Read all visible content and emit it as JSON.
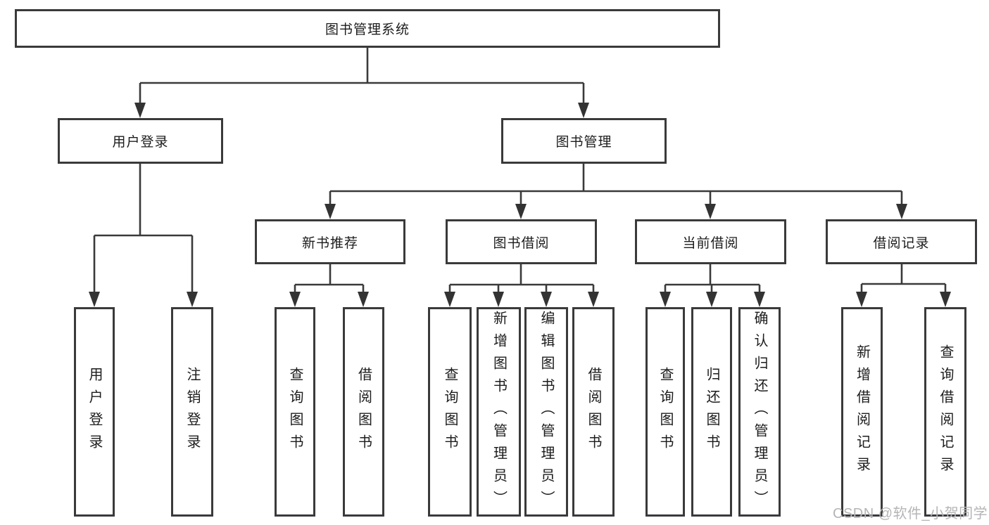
{
  "diagram": {
    "root": {
      "label": "图书管理系统"
    },
    "level2": [
      {
        "label": "用户登录"
      },
      {
        "label": "图书管理"
      }
    ],
    "level3": [
      {
        "label": "新书推荐"
      },
      {
        "label": "图书借阅"
      },
      {
        "label": "当前借阅"
      },
      {
        "label": "借阅记录"
      }
    ],
    "leaves": [
      {
        "label": "用户登录"
      },
      {
        "label": "注销登录"
      },
      {
        "label": "查询图书"
      },
      {
        "label": "借阅图书"
      },
      {
        "label": "查询图书"
      },
      {
        "label": "新增图书（管理员）"
      },
      {
        "label": "编辑图书（管理员）"
      },
      {
        "label": "借阅图书"
      },
      {
        "label": "查询图书"
      },
      {
        "label": "归还图书"
      },
      {
        "label": "确认归还（管理员）"
      },
      {
        "label": "新增借阅记录"
      },
      {
        "label": "查询借阅记录"
      }
    ]
  },
  "watermark": {
    "text": "CSDN @软件_小贺同学"
  },
  "colors": {
    "line": "#3a3a3a",
    "box_border": "#3a3a3a",
    "text": "#1c1c1c",
    "watermark": "#b5b5b5",
    "background": "#ffffff"
  }
}
